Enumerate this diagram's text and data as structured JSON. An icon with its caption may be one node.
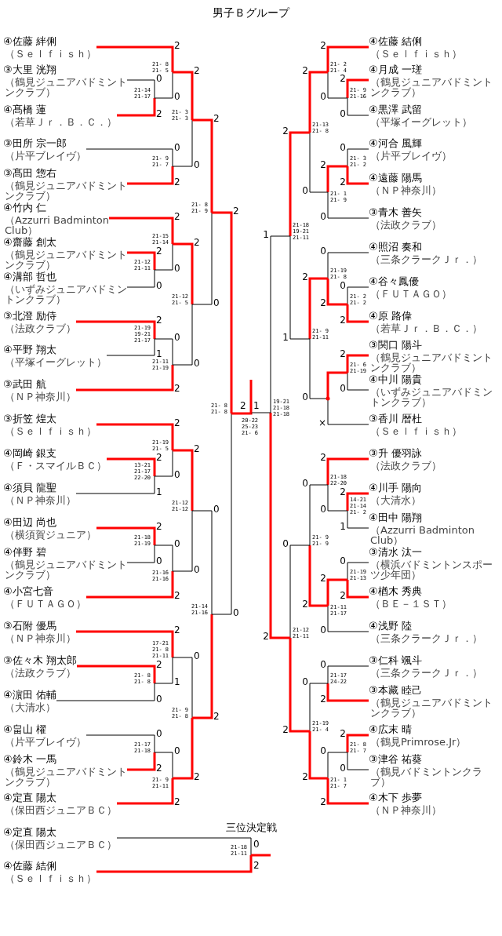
{
  "diagram": {
    "title": "男子Ｂグループ",
    "nodes": [
      {
        "text": [
          "④佐藤 絆俐",
          "（Ｓｅｌｆｉｓｈ）"
        ]
      },
      {
        "text": [
          "③大里 洸翔",
          "（鶴見ジュニアバドミントンクラブ）"
        ]
      },
      {
        "text": [
          "④髙橋 蓮",
          "（若草Ｊｒ．Ｂ．Ｃ．）"
        ]
      },
      {
        "text": [
          "③田所 宗一郎",
          "（片平ブレイヴ）"
        ]
      },
      {
        "text": [
          "③髙田 惣右",
          "（鶴見ジュニアバドミントンクラブ）"
        ]
      },
      {
        "text": [
          "④竹内 仁",
          "（Azzurri Badminton Club）"
        ]
      },
      {
        "text": [
          "④齋藤 創太",
          "（鶴見ジュニアバドミントンクラブ）"
        ]
      },
      {
        "text": [
          "④溝部 哲也",
          "（いずみジュニアバドミントンクラブ）"
        ]
      },
      {
        "text": [
          "③北澄 励侍",
          "（法政クラブ）"
        ]
      },
      {
        "text": [
          "④平野 翔太",
          "（平塚イーグレット）"
        ]
      },
      {
        "text": [
          "③武田 航",
          "（ＮＰ神奈川）"
        ]
      },
      {
        "text": [
          "③折笠 煌太",
          "（Ｓｅｌｆｉｓｈ）"
        ]
      },
      {
        "text": [
          "④岡崎 銀支",
          "（Ｆ・スマイルＢＣ）"
        ]
      },
      {
        "text": [
          "④須貝 龍聖",
          "（ＮＰ神奈川）"
        ]
      },
      {
        "text": [
          "④田辺 尚也",
          "（横須賀ジュニア）"
        ]
      },
      {
        "text": [
          "④伴野 碧",
          "（鶴見ジュニアバドミントンクラブ）"
        ]
      },
      {
        "text": [
          "④小宮七音",
          "（ＦＵＴＡＧＯ）"
        ]
      },
      {
        "text": [
          "③石附 優馬",
          "（ＮＰ神奈川）"
        ]
      },
      {
        "text": [
          "③佐々木 翔太郎",
          "（法政クラブ）"
        ]
      },
      {
        "text": [
          "④濵田 佑輔",
          "（大清水）"
        ]
      },
      {
        "text": [
          "④畠山 櫂",
          "（片平ブレイヴ）"
        ]
      },
      {
        "text": [
          "④鈴木 一馬",
          "（鶴見ジュニアバドミントンクラブ）"
        ]
      },
      {
        "text": [
          "④定直 陽太",
          "（保田西ジュニアＢＣ）"
        ]
      },
      {
        "text": [
          "④佐藤 結俐",
          "（Ｓｅｌｆｉｓｈ）"
        ]
      },
      {
        "text": [
          "④月成 一瑳",
          "（鶴見ジュニアバドミントンクラブ）"
        ]
      },
      {
        "text": [
          "④黒澤 武留",
          "（平塚イーグレット）"
        ]
      },
      {
        "text": [
          "④河合 風輝",
          "（片平ブレイヴ）"
        ]
      },
      {
        "text": [
          "④遠藤 陽馬",
          "（ＮＰ神奈川）"
        ]
      },
      {
        "text": [
          "③青木 善矢",
          "（法政クラブ）"
        ]
      },
      {
        "text": [
          "④照沼 奏和",
          "（三条クラークＪｒ．）"
        ]
      },
      {
        "text": [
          "④谷々鳳優",
          "（ＦＵＴＡＧＯ）"
        ]
      },
      {
        "text": [
          "④原 路偉",
          "（若草Ｊｒ．Ｂ．Ｃ．）"
        ]
      },
      {
        "text": [
          "③関口 陽斗",
          "（鶴見ジュニアバドミントンクラブ）"
        ]
      },
      {
        "text": [
          "④中川 陽貴",
          "（いずみジュニアバドミントンクラブ）"
        ]
      },
      {
        "text": [
          "③香川 暦杜",
          "（Ｓｅｌｆｉｓｈ）"
        ]
      },
      {
        "text": [
          "③升 優羽詠",
          "（法政クラブ）"
        ]
      },
      {
        "text": [
          "④川手 陽向",
          "（大清水）"
        ]
      },
      {
        "text": [
          "④田中 陽翔",
          "（Azzurri Badminton Club）"
        ]
      },
      {
        "text": [
          "③清水 汰一",
          "（横浜バドミントンスポーツ少年団）"
        ]
      },
      {
        "text": [
          "④楢木 秀典",
          "（ＢＥ－１ＳＴ）"
        ]
      },
      {
        "text": [
          "④浅野 陸",
          "（三条クラークＪｒ．）"
        ]
      },
      {
        "text": [
          "③仁科 颯斗",
          "（三条クラークＪｒ．）"
        ]
      },
      {
        "text": [
          "③本藏 睦己",
          "（鶴見ジュニアバドミントンクラブ）"
        ]
      },
      {
        "text": [
          "④広末 晴",
          "（鶴見Primrose.Jr）"
        ]
      },
      {
        "text": [
          "③津谷 祐葵",
          "（鶴見バドミントンクラブ）"
        ]
      },
      {
        "text": [
          "④木下 歩夢",
          "（ＮＰ神奈川）"
        ]
      },
      {
        "text": [
          "④定直 陽太",
          "（保田西ジュニアＢＣ）"
        ]
      },
      {
        "text": [
          "④佐藤 結俐",
          "（Ｓｅｌｆｉｓｈ）"
        ]
      },
      {
        "text": [
          "21-14 21-17"
        ]
      },
      {
        "text": [
          "21- 8 21- 5"
        ]
      },
      {
        "text": [
          "21- 9 21- 7"
        ]
      },
      {
        "text": [
          "21- 3 21- 3"
        ]
      },
      {
        "text": [
          "21-12 21-11"
        ]
      },
      {
        "text": [
          "21-15 21-14"
        ]
      },
      {
        "text": [
          "21-19 19-21 21-17"
        ]
      },
      {
        "text": [
          "21-11 21-19"
        ]
      },
      {
        "text": [
          "21-12 21- 5"
        ]
      },
      {
        "text": [
          "21- 8 21- 9"
        ]
      },
      {
        "text": [
          "13-21 21-17 22-20"
        ]
      },
      {
        "text": [
          "21-19 21- 5"
        ]
      },
      {
        "text": [
          "21-18 21-19"
        ]
      },
      {
        "text": [
          "21-16 21-16"
        ]
      },
      {
        "text": [
          "21-12 21-12"
        ]
      },
      {
        "text": [
          "21- 8 21- 8"
        ]
      },
      {
        "text": [
          "17-21 21- 8 21-11"
        ]
      },
      {
        "text": [
          "21-17 21-18"
        ]
      },
      {
        "text": [
          "21- 9 21-11"
        ]
      },
      {
        "text": [
          "21- 9 21- 8"
        ]
      },
      {
        "text": [
          "21-14 21-16"
        ]
      },
      {
        "text": [
          "21- 8 21- 8"
        ]
      },
      {
        "text": [
          "21- 9 21-16"
        ]
      },
      {
        "text": [
          "21- 2 21- 4"
        ]
      },
      {
        "text": [
          "21- 3 21- 2"
        ]
      },
      {
        "text": [
          "21- 1 21- 9"
        ]
      },
      {
        "text": [
          "21-13 21- 8"
        ]
      },
      {
        "text": [
          "21- 2 21- 2"
        ]
      },
      {
        "text": [
          "21-19 21- 8"
        ]
      },
      {
        "text": [
          "21- 6 21-19"
        ]
      },
      {
        "text": [],
        "shape": "point"
      },
      {
        "text": [
          "21- 9 21-11"
        ]
      },
      {
        "text": [
          "21-18 19-21 21-11"
        ]
      },
      {
        "text": [
          "14-21 21-14 21- 2"
        ]
      },
      {
        "text": [
          "21-18 22-20"
        ]
      },
      {
        "text": [
          "21-19 21-13"
        ]
      },
      {
        "text": [
          "21-11 21-17"
        ]
      },
      {
        "text": [
          "21- 9 21- 9"
        ]
      },
      {
        "text": [
          "21-17 24-22"
        ]
      },
      {
        "text": [
          "21- 8 21- 7"
        ]
      },
      {
        "text": [
          "21- 1 21- 7"
        ]
      },
      {
        "text": [
          "21-19 21- 4"
        ]
      },
      {
        "text": [
          "21-12 21-11"
        ]
      },
      {
        "text": [
          "19-21 21-18 21-18"
        ]
      },
      {
        "text": [
          "20-22 25-23 21- 6"
        ]
      },
      {
        "text": [
          "21-18 21-11"
        ]
      }
    ],
    "edges": [
      {
        "from": 1,
        "to": 48,
        "arrow": "none",
        "label": "0",
        "color": "#000000"
      },
      {
        "from": 2,
        "to": 48,
        "arrow": "none",
        "label": "2"
      },
      {
        "from": 0,
        "to": 49,
        "arrow": "none",
        "label": "2"
      },
      {
        "from": 48,
        "to": 49,
        "arrow": "none",
        "label": "0",
        "color": "#000000"
      },
      {
        "from": 3,
        "to": 50,
        "arrow": "none",
        "label": "0",
        "color": "#000000"
      },
      {
        "from": 4,
        "to": 50,
        "arrow": "none",
        "label": "2"
      },
      {
        "from": 49,
        "to": 51,
        "arrow": "none",
        "label": "2"
      },
      {
        "from": 50,
        "to": 51,
        "arrow": "none",
        "label": "0",
        "color": "#000000"
      },
      {
        "from": 6,
        "to": 52,
        "arrow": "none",
        "label": "2"
      },
      {
        "from": 7,
        "to": 52,
        "arrow": "none",
        "label": "0",
        "color": "#000000"
      },
      {
        "from": 5,
        "to": 53,
        "arrow": "none",
        "label": "2"
      },
      {
        "from": 52,
        "to": 53,
        "arrow": "none",
        "label": "0",
        "color": "#000000"
      },
      {
        "from": 8,
        "to": 54,
        "arrow": "none",
        "label": "2"
      },
      {
        "from": 9,
        "to": 54,
        "arrow": "none",
        "label": "1",
        "color": "#000000"
      },
      {
        "from": 54,
        "to": 55,
        "arrow": "none",
        "label": "0",
        "color": "#000000"
      },
      {
        "from": 10,
        "to": 55,
        "arrow": "none",
        "label": "2"
      },
      {
        "from": 53,
        "to": 56,
        "arrow": "none",
        "label": "2"
      },
      {
        "from": 55,
        "to": 56,
        "arrow": "none",
        "label": "0",
        "color": "#000000"
      },
      {
        "from": 51,
        "to": 57,
        "arrow": "none",
        "label": "2"
      },
      {
        "from": 56,
        "to": 57,
        "arrow": "none",
        "label": "0",
        "color": "#000000"
      },
      {
        "from": 12,
        "to": 58,
        "arrow": "none",
        "label": "2"
      },
      {
        "from": 13,
        "to": 58,
        "arrow": "none",
        "label": "1",
        "color": "#000000"
      },
      {
        "from": 11,
        "to": 59,
        "arrow": "none",
        "label": "2"
      },
      {
        "from": 58,
        "to": 59,
        "arrow": "none",
        "label": "0",
        "color": "#000000"
      },
      {
        "from": 14,
        "to": 60,
        "arrow": "none",
        "label": "2"
      },
      {
        "from": 15,
        "to": 60,
        "arrow": "none",
        "label": "0",
        "color": "#000000"
      },
      {
        "from": 60,
        "to": 61,
        "arrow": "none",
        "label": "0",
        "color": "#000000"
      },
      {
        "from": 16,
        "to": 61,
        "arrow": "none",
        "label": "2"
      },
      {
        "from": 59,
        "to": 62,
        "arrow": "none",
        "label": "2"
      },
      {
        "from": 61,
        "to": 62,
        "arrow": "none",
        "label": "0",
        "color": "#000000"
      },
      {
        "from": 18,
        "to": 63,
        "arrow": "none",
        "label": "2"
      },
      {
        "from": 19,
        "to": 63,
        "arrow": "none",
        "label": "0",
        "color": "#000000"
      },
      {
        "from": 17,
        "to": 64,
        "arrow": "none",
        "label": "2"
      },
      {
        "from": 63,
        "to": 64,
        "arrow": "none",
        "label": "1",
        "color": "#000000"
      },
      {
        "from": 20,
        "to": 65,
        "arrow": "none",
        "label": "0",
        "color": "#000000"
      },
      {
        "from": 21,
        "to": 65,
        "arrow": "none",
        "label": "2"
      },
      {
        "from": 65,
        "to": 66,
        "arrow": "none",
        "label": "0",
        "color": "#000000"
      },
      {
        "from": 22,
        "to": 66,
        "arrow": "none",
        "label": "2"
      },
      {
        "from": 64,
        "to": 67,
        "arrow": "none",
        "label": "0",
        "color": "#000000"
      },
      {
        "from": 66,
        "to": 67,
        "arrow": "none",
        "label": "2"
      },
      {
        "from": 62,
        "to": 68,
        "arrow": "none",
        "label": "0",
        "color": "#000000"
      },
      {
        "from": 67,
        "to": 68,
        "arrow": "none",
        "label": "2"
      },
      {
        "from": 57,
        "to": 69,
        "arrow": "none",
        "label": "2"
      },
      {
        "from": 68,
        "to": 69,
        "arrow": "none",
        "label": "0",
        "color": "#000000"
      },
      {
        "from": 24,
        "to": 70,
        "arrow": "none",
        "label": "2"
      },
      {
        "from": 25,
        "to": 70,
        "arrow": "none",
        "label": "0",
        "color": "#000000"
      },
      {
        "from": 23,
        "to": 71,
        "arrow": "none",
        "label": "2"
      },
      {
        "from": 70,
        "to": 71,
        "arrow": "none",
        "label": "0",
        "color": "#000000"
      },
      {
        "from": 26,
        "to": 72,
        "arrow": "none",
        "label": "0",
        "color": "#000000"
      },
      {
        "from": 27,
        "to": 72,
        "arrow": "none",
        "label": "2"
      },
      {
        "from": 72,
        "to": 73,
        "arrow": "none",
        "label": "2"
      },
      {
        "from": 28,
        "to": 73,
        "arrow": "none",
        "label": "0",
        "color": "#000000"
      },
      {
        "from": 71,
        "to": 74,
        "arrow": "none",
        "label": "2"
      },
      {
        "from": 73,
        "to": 74,
        "arrow": "none",
        "label": "0",
        "color": "#000000"
      },
      {
        "from": 30,
        "to": 75,
        "arrow": "none",
        "label": "0",
        "color": "#000000"
      },
      {
        "from": 31,
        "to": 75,
        "arrow": "none",
        "label": "2"
      },
      {
        "from": 29,
        "to": 76,
        "arrow": "none",
        "label": "0",
        "color": "#000000"
      },
      {
        "from": 75,
        "to": 76,
        "arrow": "none",
        "label": "2"
      },
      {
        "from": 32,
        "to": 77,
        "arrow": "none",
        "label": "2"
      },
      {
        "from": 33,
        "to": 77,
        "arrow": "none",
        "label": "0",
        "color": "#000000"
      },
      {
        "from": 77,
        "to": 78,
        "arrow": "none"
      },
      {
        "from": 34,
        "to": 78,
        "arrow": "none",
        "label": "×",
        "color": "#000000"
      },
      {
        "from": 76,
        "to": 79,
        "arrow": "none",
        "label": "2"
      },
      {
        "from": 78,
        "to": 79,
        "arrow": "none",
        "label": "0",
        "color": "#000000"
      },
      {
        "from": 74,
        "to": 80,
        "arrow": "none",
        "label": "2"
      },
      {
        "from": 79,
        "to": 80,
        "arrow": "none",
        "label": "1",
        "color": "#000000"
      },
      {
        "from": 36,
        "to": 81,
        "arrow": "none",
        "label": "2"
      },
      {
        "from": 37,
        "to": 81,
        "arrow": "none",
        "label": "1",
        "color": "#000000"
      },
      {
        "from": 35,
        "to": 82,
        "arrow": "none",
        "label": "2"
      },
      {
        "from": 81,
        "to": 82,
        "arrow": "none",
        "label": "0",
        "color": "#000000"
      },
      {
        "from": 38,
        "to": 83,
        "arrow": "none",
        "label": "0",
        "color": "#000000"
      },
      {
        "from": 39,
        "to": 83,
        "arrow": "none",
        "label": "2"
      },
      {
        "from": 83,
        "to": 84,
        "arrow": "none",
        "label": "2"
      },
      {
        "from": 40,
        "to": 84,
        "arrow": "none",
        "label": "0",
        "color": "#000000"
      },
      {
        "from": 82,
        "to": 85,
        "arrow": "none",
        "label": "0",
        "color": "#000000"
      },
      {
        "from": 84,
        "to": 85,
        "arrow": "none",
        "label": "2"
      },
      {
        "from": 41,
        "to": 86,
        "arrow": "none",
        "label": "0",
        "color": "#000000"
      },
      {
        "from": 42,
        "to": 86,
        "arrow": "none",
        "label": "2"
      },
      {
        "from": 43,
        "to": 87,
        "arrow": "none",
        "label": "2"
      },
      {
        "from": 44,
        "to": 87,
        "arrow": "none",
        "label": "0",
        "color": "#000000"
      },
      {
        "from": 87,
        "to": 88,
        "arrow": "none",
        "label": "0",
        "color": "#000000"
      },
      {
        "from": 45,
        "to": 88,
        "arrow": "none",
        "label": "2"
      },
      {
        "from": 86,
        "to": 89,
        "arrow": "none",
        "label": "0",
        "color": "#000000"
      },
      {
        "from": 88,
        "to": 89,
        "arrow": "none",
        "label": "2"
      },
      {
        "from": 85,
        "to": 90,
        "arrow": "none",
        "label": "0",
        "color": "#000000"
      },
      {
        "from": 89,
        "to": 90,
        "arrow": "none",
        "label": "2"
      },
      {
        "from": 80,
        "to": 91,
        "arrow": "none",
        "label": "1",
        "color": "#000000"
      },
      {
        "from": 90,
        "to": 91,
        "arrow": "none",
        "label": "2"
      },
      {
        "from": 69,
        "to": 92,
        "arrow": "none",
        "label": "2"
      },
      {
        "from": 91,
        "to": 92,
        "arrow": "none",
        "label": "1",
        "color": "#000000"
      },
      {
        "from": 92,
        "to": null,
        "arrow": "none"
      },
      {
        "from": 46,
        "to": 93,
        "arrow": "none",
        "label": "0",
        "color": "#000000"
      },
      {
        "from": 47,
        "to": 93,
        "arrow": "none",
        "label": "2"
      },
      {
        "from": 93,
        "to": null,
        "arrow": "none"
      }
    ],
    "labels": [
      "三位決定戦"
    ]
  }
}
